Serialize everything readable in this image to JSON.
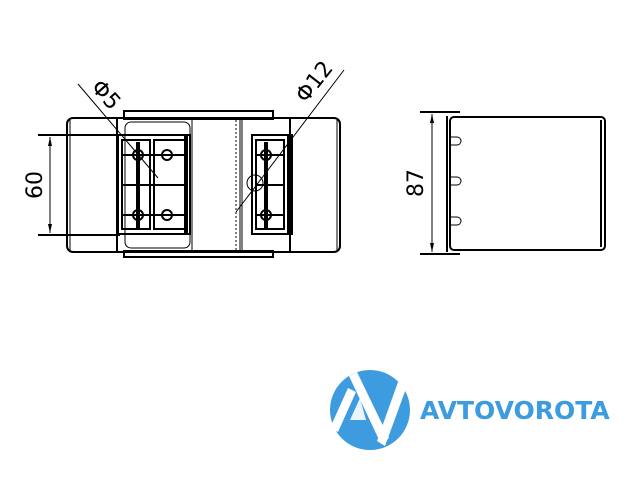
{
  "drawing": {
    "dimensions": {
      "width_label": "60",
      "depth_label": "87",
      "hole_small_label": "Φ5",
      "hole_large_label": "Φ12"
    }
  },
  "logo": {
    "text": "AVTOVOROTA",
    "color": "#3d9be0"
  }
}
